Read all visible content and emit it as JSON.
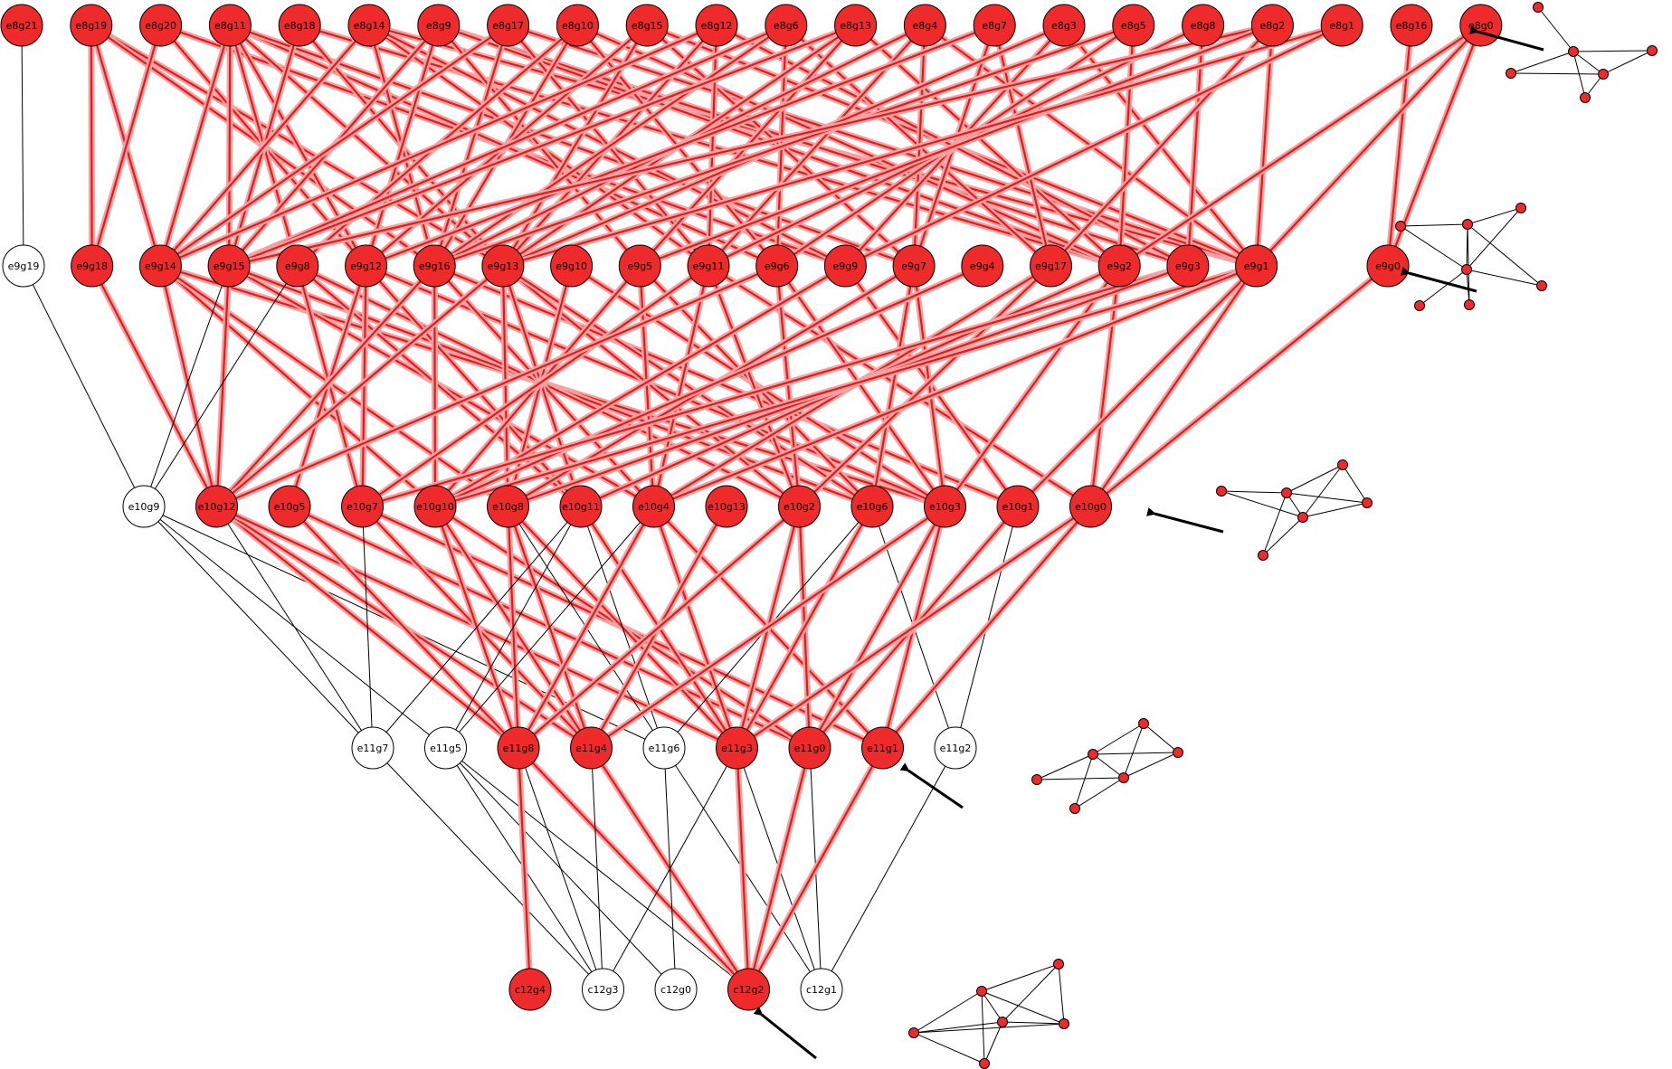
{
  "colors": {
    "highlight_node": "#ee2a2a",
    "plain_node": "#ffffff",
    "highlight_edge": "#e81818",
    "highlight_halo": "#f2a3a3",
    "plain_edge": "#000000",
    "arrow": "#000000"
  },
  "levels": [
    {
      "name": "e8",
      "nodes": [
        {
          "label": "e8g21",
          "red": true
        },
        {
          "label": "e8g19",
          "red": true
        },
        {
          "label": "e8g20",
          "red": true
        },
        {
          "label": "e8g11",
          "red": true
        },
        {
          "label": "e8g18",
          "red": true
        },
        {
          "label": "e8g14",
          "red": true
        },
        {
          "label": "e8g9",
          "red": true
        },
        {
          "label": "e8g17",
          "red": true
        },
        {
          "label": "e8g10",
          "red": true
        },
        {
          "label": "e8g15",
          "red": true
        },
        {
          "label": "e8g12",
          "red": true
        },
        {
          "label": "e8g6",
          "red": true
        },
        {
          "label": "e8g13",
          "red": true
        },
        {
          "label": "e8g4",
          "red": true
        },
        {
          "label": "e8g7",
          "red": true
        },
        {
          "label": "e8g3",
          "red": true
        },
        {
          "label": "e8g5",
          "red": true
        },
        {
          "label": "e8g8",
          "red": true
        },
        {
          "label": "e8g2",
          "red": true
        },
        {
          "label": "e8g1",
          "red": true
        },
        {
          "label": "e8g16",
          "red": true
        },
        {
          "label": "e8g0",
          "red": true
        }
      ]
    },
    {
      "name": "e9",
      "nodes": [
        {
          "label": "e9g19",
          "red": false
        },
        {
          "label": "e9g18",
          "red": true
        },
        {
          "label": "e9g14",
          "red": true
        },
        {
          "label": "e9g15",
          "red": true
        },
        {
          "label": "e9g8",
          "red": true
        },
        {
          "label": "e9g12",
          "red": true
        },
        {
          "label": "e9g16",
          "red": true
        },
        {
          "label": "e9g13",
          "red": true
        },
        {
          "label": "e9g10",
          "red": true
        },
        {
          "label": "e9g5",
          "red": true
        },
        {
          "label": "e9g11",
          "red": true
        },
        {
          "label": "e9g6",
          "red": true
        },
        {
          "label": "e9g9",
          "red": true
        },
        {
          "label": "e9g7",
          "red": true
        },
        {
          "label": "e9g4",
          "red": true
        },
        {
          "label": "e9g17",
          "red": true
        },
        {
          "label": "e9g2",
          "red": true
        },
        {
          "label": "e9g3",
          "red": true
        },
        {
          "label": "e9g1",
          "red": true
        },
        {
          "label": "e9g0",
          "red": true
        }
      ]
    },
    {
      "name": "e10",
      "nodes": [
        {
          "label": "e10g9",
          "red": false
        },
        {
          "label": "e10g12",
          "red": true
        },
        {
          "label": "e10g5",
          "red": true
        },
        {
          "label": "e10g7",
          "red": true
        },
        {
          "label": "e10g10",
          "red": true
        },
        {
          "label": "e10g8",
          "red": true
        },
        {
          "label": "e10g11",
          "red": true
        },
        {
          "label": "e10g4",
          "red": true
        },
        {
          "label": "e10g13",
          "red": true
        },
        {
          "label": "e10g2",
          "red": true
        },
        {
          "label": "e10g6",
          "red": true
        },
        {
          "label": "e10g3",
          "red": true
        },
        {
          "label": "e10g1",
          "red": true
        },
        {
          "label": "e10g0",
          "red": true
        }
      ]
    },
    {
      "name": "e11",
      "nodes": [
        {
          "label": "e11g7",
          "red": false
        },
        {
          "label": "e11g5",
          "red": false
        },
        {
          "label": "e11g8",
          "red": true
        },
        {
          "label": "e11g4",
          "red": true
        },
        {
          "label": "e11g6",
          "red": false
        },
        {
          "label": "e11g3",
          "red": true
        },
        {
          "label": "e11g0",
          "red": true
        },
        {
          "label": "e11g1",
          "red": true
        },
        {
          "label": "e11g2",
          "red": false
        }
      ]
    },
    {
      "name": "c12",
      "nodes": [
        {
          "label": "c12g4",
          "red": true
        },
        {
          "label": "c12g3",
          "red": false
        },
        {
          "label": "c12g0",
          "red": false
        },
        {
          "label": "c12g2",
          "red": true
        },
        {
          "label": "c12g1",
          "red": false
        }
      ]
    }
  ],
  "edges": [
    [
      "e8g21",
      "e9g19",
      false
    ],
    [
      "e8g19",
      "e9g18",
      true
    ],
    [
      "e8g19",
      "e9g14",
      true
    ],
    [
      "e8g19",
      "e9g13",
      true
    ],
    [
      "e8g19",
      "e9g16",
      true
    ],
    [
      "e8g20",
      "e9g18",
      true
    ],
    [
      "e8g20",
      "e9g12",
      true
    ],
    [
      "e8g20",
      "e9g9",
      true
    ],
    [
      "e8g11",
      "e9g14",
      true
    ],
    [
      "e8g11",
      "e9g15",
      true
    ],
    [
      "e8g11",
      "e9g8",
      true
    ],
    [
      "e8g11",
      "e9g12",
      true
    ],
    [
      "e8g11",
      "e9g13",
      true
    ],
    [
      "e8g11",
      "e9g6",
      true
    ],
    [
      "e8g11",
      "e9g7",
      true
    ],
    [
      "e8g18",
      "e9g15",
      true
    ],
    [
      "e8g18",
      "e9g13",
      true
    ],
    [
      "e8g18",
      "e9g2",
      true
    ],
    [
      "e8g14",
      "e9g14",
      true
    ],
    [
      "e8g14",
      "e9g16",
      true
    ],
    [
      "e8g14",
      "e9g11",
      true
    ],
    [
      "e8g14",
      "e9g9",
      true
    ],
    [
      "e8g14",
      "e9g1",
      true
    ],
    [
      "e8g9",
      "e9g15",
      true
    ],
    [
      "e8g9",
      "e9g12",
      true
    ],
    [
      "e8g9",
      "e9g5",
      true
    ],
    [
      "e8g9",
      "e9g3",
      true
    ],
    [
      "e8g9",
      "e9g2",
      true
    ],
    [
      "e8g17",
      "e9g14",
      true
    ],
    [
      "e8g17",
      "e9g16",
      true
    ],
    [
      "e8g17",
      "e9g11",
      true
    ],
    [
      "e8g17",
      "e9g1",
      true
    ],
    [
      "e8g10",
      "e9g8",
      true
    ],
    [
      "e8g10",
      "e9g16",
      true
    ],
    [
      "e8g10",
      "e9g6",
      true
    ],
    [
      "e8g10",
      "e9g2",
      true
    ],
    [
      "e8g15",
      "e9g12",
      true
    ],
    [
      "e8g15",
      "e9g13",
      true
    ],
    [
      "e8g15",
      "e9g7",
      true
    ],
    [
      "e8g15",
      "e9g1",
      true
    ],
    [
      "e8g12",
      "e9g14",
      true
    ],
    [
      "e8g12",
      "e9g13",
      true
    ],
    [
      "e8g12",
      "e9g11",
      true
    ],
    [
      "e8g12",
      "e9g3",
      true
    ],
    [
      "e8g6",
      "e9g15",
      true
    ],
    [
      "e8g6",
      "e9g16",
      true
    ],
    [
      "e8g6",
      "e9g6",
      true
    ],
    [
      "e8g6",
      "e9g17",
      true
    ],
    [
      "e8g13",
      "e9g15",
      true
    ],
    [
      "e8g13",
      "e9g13",
      true
    ],
    [
      "e8g13",
      "e9g5",
      true
    ],
    [
      "e8g13",
      "e9g2",
      true
    ],
    [
      "e8g4",
      "e9g16",
      true
    ],
    [
      "e8g4",
      "e9g11",
      true
    ],
    [
      "e8g4",
      "e9g7",
      true
    ],
    [
      "e8g4",
      "e9g1",
      true
    ],
    [
      "e8g7",
      "e9g12",
      true
    ],
    [
      "e8g7",
      "e9g7",
      true
    ],
    [
      "e8g7",
      "e9g17",
      true
    ],
    [
      "e8g3",
      "e9g13",
      true
    ],
    [
      "e8g3",
      "e9g9",
      true
    ],
    [
      "e8g3",
      "e9g1",
      true
    ],
    [
      "e8g5",
      "e9g16",
      true
    ],
    [
      "e8g5",
      "e9g6",
      true
    ],
    [
      "e8g5",
      "e9g2",
      true
    ],
    [
      "e8g8",
      "e9g3",
      true
    ],
    [
      "e8g8",
      "e9g11",
      true
    ],
    [
      "e8g2",
      "e9g15",
      true
    ],
    [
      "e8g2",
      "e9g5",
      true
    ],
    [
      "e8g2",
      "e9g17",
      true
    ],
    [
      "e8g2",
      "e9g1",
      true
    ],
    [
      "e8g1",
      "e9g13",
      true
    ],
    [
      "e8g1",
      "e9g9",
      true
    ],
    [
      "e8g16",
      "e9g0",
      true
    ],
    [
      "e8g0",
      "e9g0",
      true
    ],
    [
      "e8g0",
      "e9g1",
      true
    ],
    [
      "e8g0",
      "e9g2",
      true
    ],
    [
      "e9g19",
      "e10g9",
      false
    ],
    [
      "e9g18",
      "e10g12",
      true
    ],
    [
      "e9g14",
      "e10g12",
      true
    ],
    [
      "e9g14",
      "e10g10",
      true
    ],
    [
      "e9g14",
      "e10g8",
      true
    ],
    [
      "e9g14",
      "e10g3",
      true
    ],
    [
      "e9g15",
      "e10g9",
      false
    ],
    [
      "e9g15",
      "e10g12",
      true
    ],
    [
      "e9g15",
      "e10g4",
      true
    ],
    [
      "e9g15",
      "e10g6",
      true
    ],
    [
      "e9g8",
      "e10g9",
      false
    ],
    [
      "e9g8",
      "e10g7",
      true
    ],
    [
      "e9g8",
      "e10g11",
      true
    ],
    [
      "e9g8",
      "e10g2",
      true
    ],
    [
      "e9g12",
      "e10g5",
      true
    ],
    [
      "e9g12",
      "e10g7",
      true
    ],
    [
      "e9g12",
      "e10g11",
      true
    ],
    [
      "e9g12",
      "e10g3",
      true
    ],
    [
      "e9g16",
      "e10g12",
      true
    ],
    [
      "e9g16",
      "e10g10",
      true
    ],
    [
      "e9g16",
      "e10g4",
      true
    ],
    [
      "e9g16",
      "e10g1",
      true
    ],
    [
      "e9g13",
      "e10g12",
      true
    ],
    [
      "e9g13",
      "e10g8",
      true
    ],
    [
      "e9g13",
      "e10g11",
      true
    ],
    [
      "e9g13",
      "e10g2",
      true
    ],
    [
      "e9g13",
      "e10g6",
      true
    ],
    [
      "e9g10",
      "e10g8",
      true
    ],
    [
      "e9g10",
      "e10g3",
      true
    ],
    [
      "e9g5",
      "e10g10",
      true
    ],
    [
      "e9g5",
      "e10g4",
      true
    ],
    [
      "e9g5",
      "e10g6",
      true
    ],
    [
      "e9g11",
      "e10g7",
      true
    ],
    [
      "e9g11",
      "e10g4",
      true
    ],
    [
      "e9g11",
      "e10g2",
      true
    ],
    [
      "e9g11",
      "e10g0",
      true
    ],
    [
      "e9g6",
      "e10g12",
      true
    ],
    [
      "e9g6",
      "e10g2",
      true
    ],
    [
      "e9g6",
      "e10g3",
      true
    ],
    [
      "e9g9",
      "e10g10",
      true
    ],
    [
      "e9g9",
      "e10g1",
      true
    ],
    [
      "e9g7",
      "e10g8",
      true
    ],
    [
      "e9g7",
      "e10g6",
      true
    ],
    [
      "e9g7",
      "e10g3",
      true
    ],
    [
      "e9g4",
      "e10g10",
      true
    ],
    [
      "e9g17",
      "e10g4",
      true
    ],
    [
      "e9g17",
      "e10g2",
      true
    ],
    [
      "e9g2",
      "e10g11",
      true
    ],
    [
      "e9g2",
      "e10g3",
      true
    ],
    [
      "e9g2",
      "e10g0",
      true
    ],
    [
      "e9g3",
      "e10g7",
      true
    ],
    [
      "e9g3",
      "e10g8",
      true
    ],
    [
      "e9g1",
      "e10g10",
      true
    ],
    [
      "e9g1",
      "e10g4",
      true
    ],
    [
      "e9g1",
      "e10g1",
      true
    ],
    [
      "e9g1",
      "e10g0",
      true
    ],
    [
      "e9g0",
      "e10g0",
      true
    ],
    [
      "e10g9",
      "e11g7",
      false
    ],
    [
      "e10g9",
      "e11g5",
      false
    ],
    [
      "e10g9",
      "e11g6",
      false
    ],
    [
      "e10g12",
      "e11g7",
      false
    ],
    [
      "e10g12",
      "e11g8",
      true
    ],
    [
      "e10g12",
      "e11g4",
      true
    ],
    [
      "e10g12",
      "e11g3",
      true
    ],
    [
      "e10g5",
      "e11g8",
      true
    ],
    [
      "e10g5",
      "e11g0",
      true
    ],
    [
      "e10g7",
      "e11g7",
      false
    ],
    [
      "e10g7",
      "e11g4",
      true
    ],
    [
      "e10g7",
      "e11g1",
      true
    ],
    [
      "e10g10",
      "e11g8",
      true
    ],
    [
      "e10g10",
      "e11g4",
      true
    ],
    [
      "e10g10",
      "e11g0",
      true
    ],
    [
      "e10g8",
      "e11g8",
      true
    ],
    [
      "e10g8",
      "e11g4",
      true
    ],
    [
      "e10g8",
      "e11g3",
      true
    ],
    [
      "e10g8",
      "e11g6",
      false
    ],
    [
      "e10g11",
      "e11g7",
      false
    ],
    [
      "e10g11",
      "e11g5",
      false
    ],
    [
      "e10g11",
      "e11g6",
      false
    ],
    [
      "e10g11",
      "e11g3",
      true
    ],
    [
      "e10g4",
      "e11g5",
      false
    ],
    [
      "e10g4",
      "e11g8",
      true
    ],
    [
      "e10g4",
      "e11g3",
      true
    ],
    [
      "e10g4",
      "e11g1",
      true
    ],
    [
      "e10g13",
      "e11g4",
      true
    ],
    [
      "e10g2",
      "e11g8",
      true
    ],
    [
      "e10g2",
      "e11g3",
      true
    ],
    [
      "e10g2",
      "e11g0",
      true
    ],
    [
      "e10g6",
      "e11g6",
      false
    ],
    [
      "e10g6",
      "e11g2",
      false
    ],
    [
      "e10g6",
      "e11g3",
      true
    ],
    [
      "e10g3",
      "e11g4",
      true
    ],
    [
      "e10g3",
      "e11g0",
      true
    ],
    [
      "e10g3",
      "e11g1",
      true
    ],
    [
      "e10g1",
      "e11g2",
      false
    ],
    [
      "e10g1",
      "e11g0",
      true
    ],
    [
      "e10g0",
      "e11g3",
      true
    ],
    [
      "e10g0",
      "e11g1",
      true
    ],
    [
      "e11g7",
      "c12g3",
      false
    ],
    [
      "e11g5",
      "c12g3",
      false
    ],
    [
      "e11g5",
      "c12g0",
      false
    ],
    [
      "e11g5",
      "c12g2",
      false
    ],
    [
      "e11g8",
      "c12g4",
      true
    ],
    [
      "e11g8",
      "c12g3",
      false
    ],
    [
      "e11g8",
      "c12g2",
      true
    ],
    [
      "e11g4",
      "c12g3",
      false
    ],
    [
      "e11g4",
      "c12g2",
      true
    ],
    [
      "e11g6",
      "c12g0",
      false
    ],
    [
      "e11g6",
      "c12g1",
      false
    ],
    [
      "e11g3",
      "c12g2",
      true
    ],
    [
      "e11g3",
      "c12g3",
      false
    ],
    [
      "e11g3",
      "c12g1",
      false
    ],
    [
      "e11g0",
      "c12g2",
      true
    ],
    [
      "e11g0",
      "c12g1",
      false
    ],
    [
      "e11g1",
      "c12g2",
      true
    ],
    [
      "e11g2",
      "c12g1",
      false
    ]
  ]
}
